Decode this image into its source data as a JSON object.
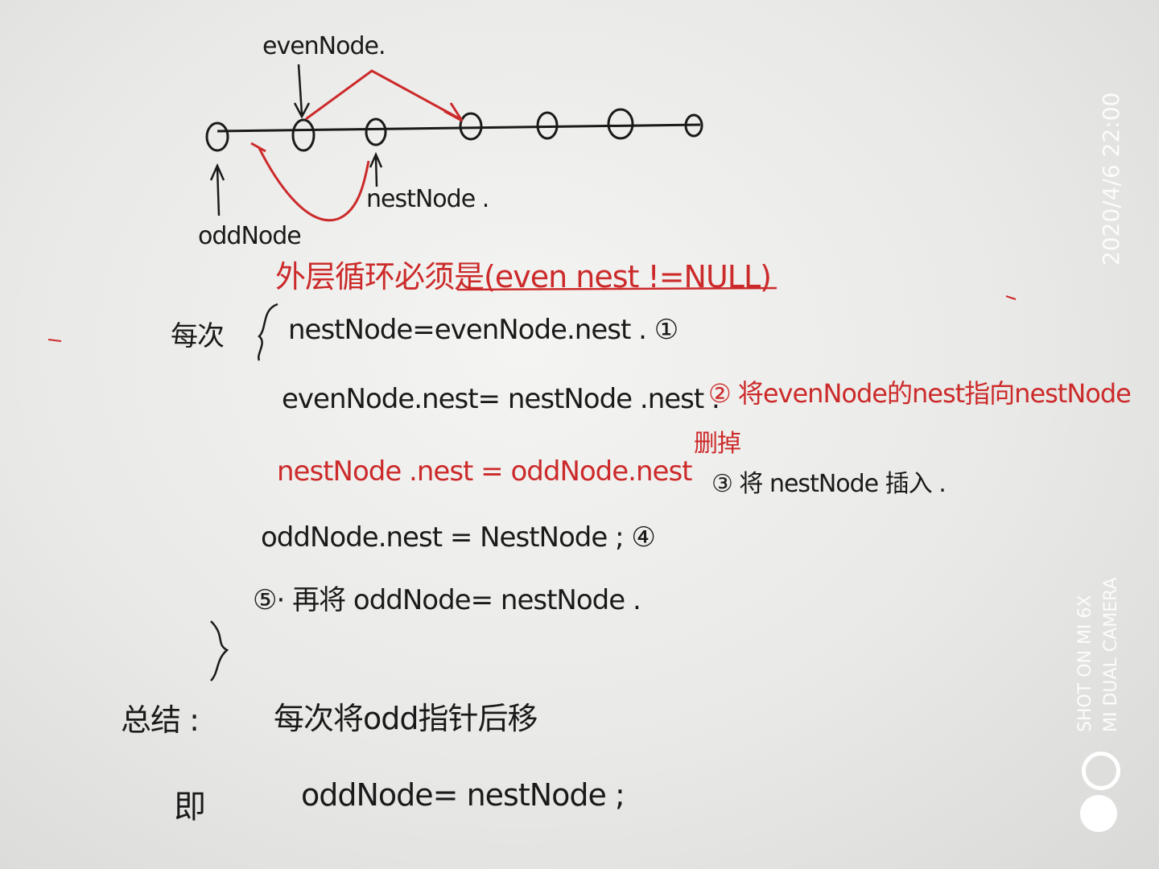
{
  "diagram": {
    "label_even": "evenNode.",
    "label_next": "nestNode .",
    "label_odd": "oddNode"
  },
  "notes": {
    "outer_loop_condition": "外层循环必须是(even nest !=NULL)",
    "loop_label": "每次",
    "line1": "nestNode=evenNode.nest . ①",
    "line2": "evenNode.nest= nestNode .nest .",
    "line2_note": "② 将evenNode的nest指向nestNode",
    "line2_note_cont": "删掉",
    "line3": "nestNode .nest = oddNode.nest",
    "line3_note": "③ 将 nestNode 插入 .",
    "line4": "oddNode.nest = NestNode ;  ④",
    "line5": "⑤· 再将 oddNode= nestNode .",
    "summary_label": "总结 :",
    "summary_text": "每次将odd指针后移",
    "summary_code_prefix": "即",
    "summary_code": "oddNode= nestNode ;"
  },
  "camera_stamp": {
    "datetime": "2020/4/6  22:00",
    "line1": "SHOT ON MI 6X",
    "line2": "MI DUAL CAMERA"
  },
  "colors": {
    "ink_black": "#1a1a1a",
    "ink_red": "#cc2a2a",
    "paper": "#ececea"
  }
}
